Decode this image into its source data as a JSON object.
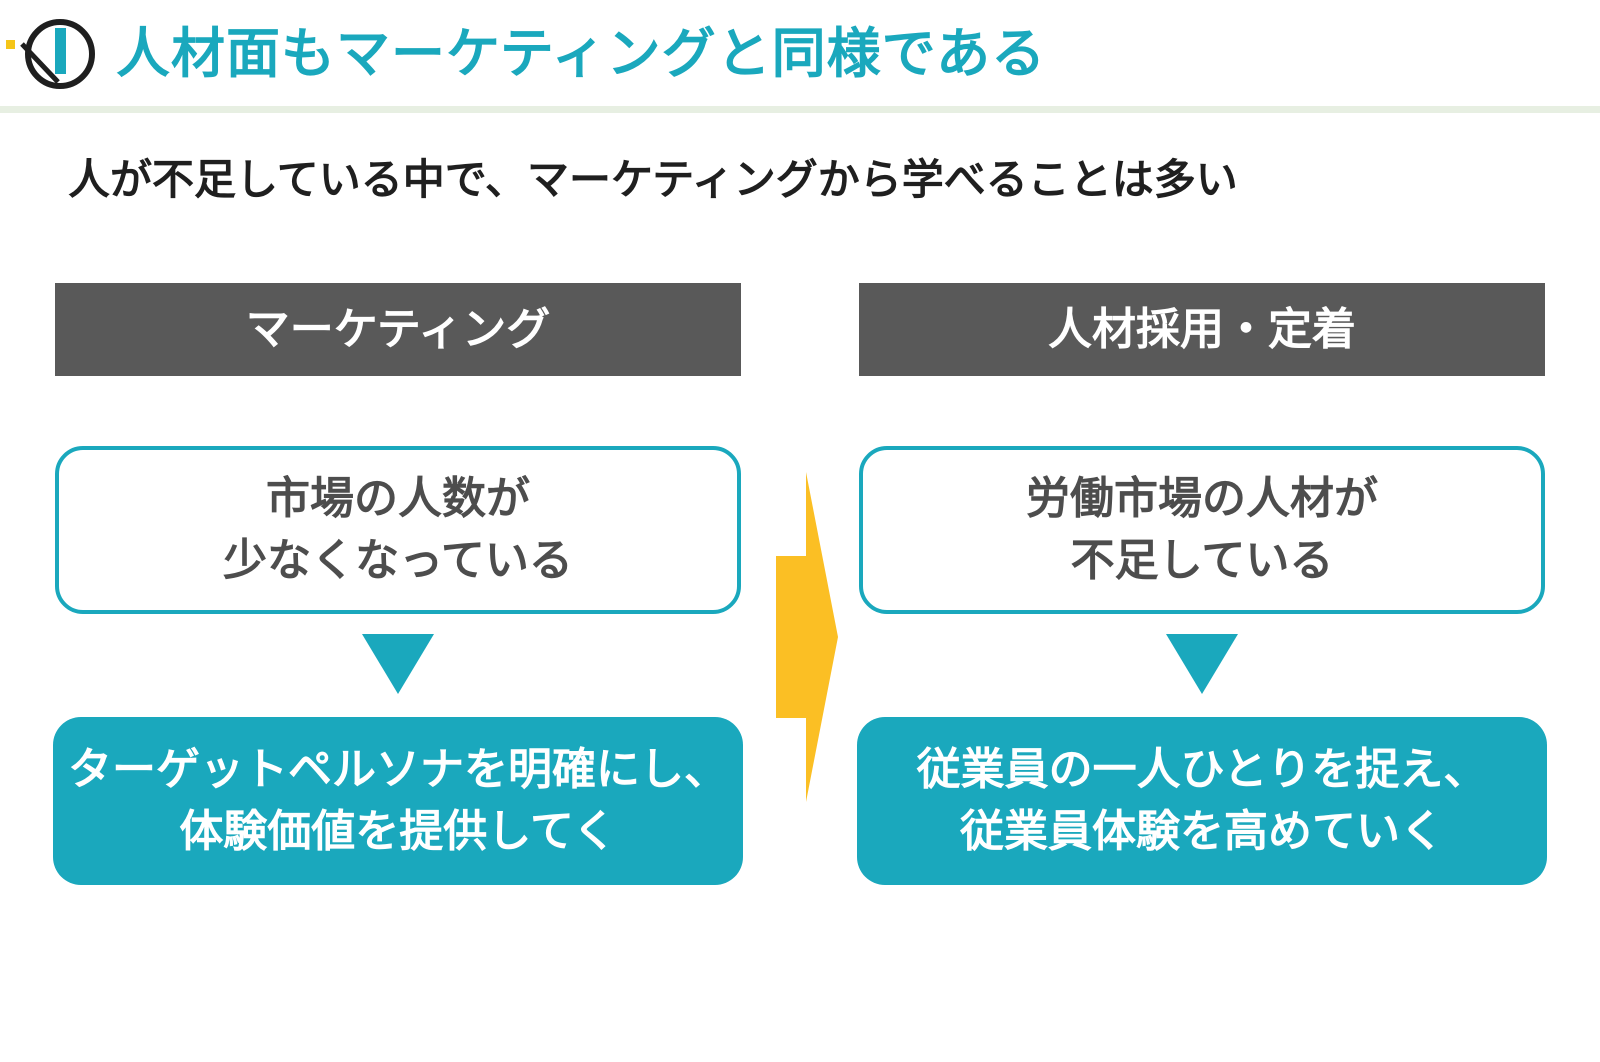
{
  "header": {
    "title": "人材面もマーケティングと同様である",
    "logo_icon": "brand-logo-icon"
  },
  "subtitle": "人が不足している中で、マーケティングから学べることは多い",
  "columns": [
    {
      "header": "マーケティング",
      "problem_lines": [
        "市場の人数が",
        "少なくなっている"
      ],
      "solution_lines": [
        "ターゲットペルソナを明確にし、",
        "体験価値を提供してく"
      ]
    },
    {
      "header": "人材採用・定着",
      "problem_lines": [
        "労働市場の人材が",
        "不足している"
      ],
      "solution_lines": [
        "従業員の一人ひとりを捉え、",
        "従業員体験を高めていく"
      ]
    }
  ],
  "colors": {
    "accent": "#1aa8bd",
    "header_bg": "#595959",
    "arrow": "#fbbf24",
    "rule": "#e7efe2"
  },
  "icons": {
    "down_arrow": "triangle-down-icon",
    "transfer_arrow": "arrow-right-icon"
  }
}
